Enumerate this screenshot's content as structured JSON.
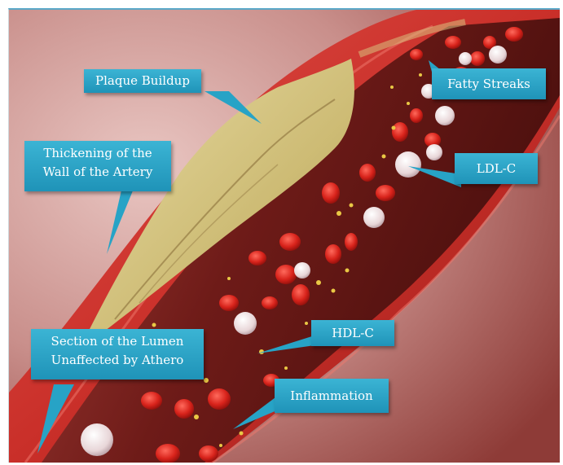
{
  "callouts": {
    "plaque_buildup": "Plaque Buildup",
    "fatty_streaks": "Fatty Streaks",
    "thickening_line1": "Thickening of the",
    "thickening_line2": "Wall of the Artery",
    "ldl_c": "LDL-C",
    "hdl_c": "HDL-C",
    "section_line1": "Section of the Lumen",
    "section_line2": "Unaffected by Athero",
    "inflammation": "Inflammation"
  },
  "colors": {
    "callout_fill": "#27a3c6",
    "callout_text": "#ffffff",
    "artery_wall": "#c8322c",
    "plaque": "#d9c98a",
    "lumen": "#7a1f1c",
    "background": "#c98a86"
  }
}
